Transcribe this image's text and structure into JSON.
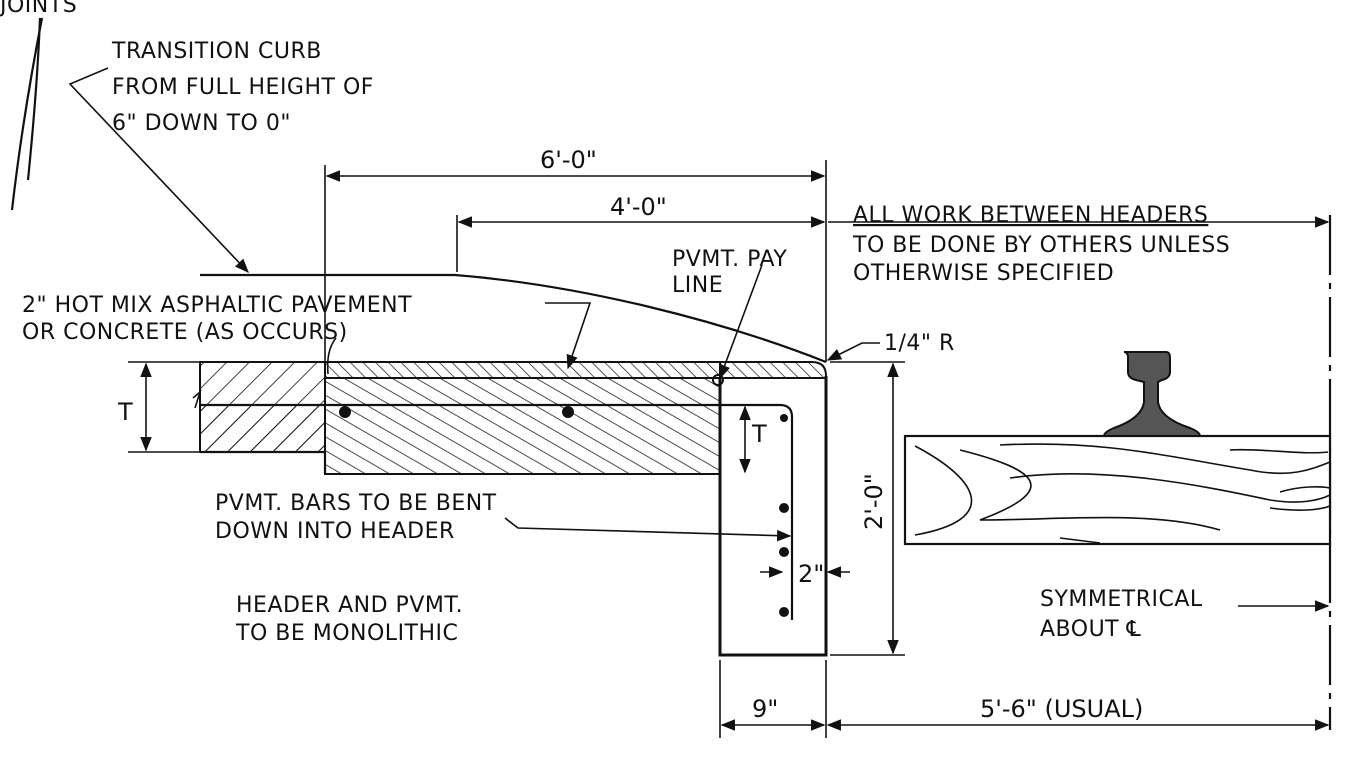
{
  "labels": {
    "joints": "JOINTS",
    "transition_1": "TRANSITION CURB",
    "transition_2": "FROM FULL HEIGHT OF",
    "transition_3": "6\" DOWN TO 0\"",
    "dim_6ft": "6'-0\"",
    "dim_4ft": "4'-0\"",
    "work_1": "ALL WORK BETWEEN HEADERS",
    "work_2": "TO BE DONE BY OTHERS UNLESS",
    "work_3": "OTHERWISE SPECIFIED",
    "pay_1": "PVMT. PAY",
    "pay_2": "LINE",
    "hotmix_1": "2\" HOT MIX  ASPHALTIC PAVEMENT",
    "hotmix_2": "OR CONCRETE (AS OCCURS)",
    "radius": "1/4\" R",
    "t_left": "T",
    "t_inner": "T",
    "dim_2ft": "2'-0\"",
    "bars_1": "PVMT. BARS TO BE BENT",
    "bars_2": "DOWN INTO HEADER",
    "dim_2in": "2\"",
    "mono_1": "HEADER AND PVMT.",
    "mono_2": "TO BE MONOLITHIC",
    "sym_1": "SYMMETRICAL",
    "sym_2": "ABOUT ℄",
    "dim_9in": "9\"",
    "dim_5ft6": "5'-6\" (USUAL)"
  },
  "colors": {
    "line": "#111111",
    "rail": "#555555",
    "background": "#ffffff"
  }
}
